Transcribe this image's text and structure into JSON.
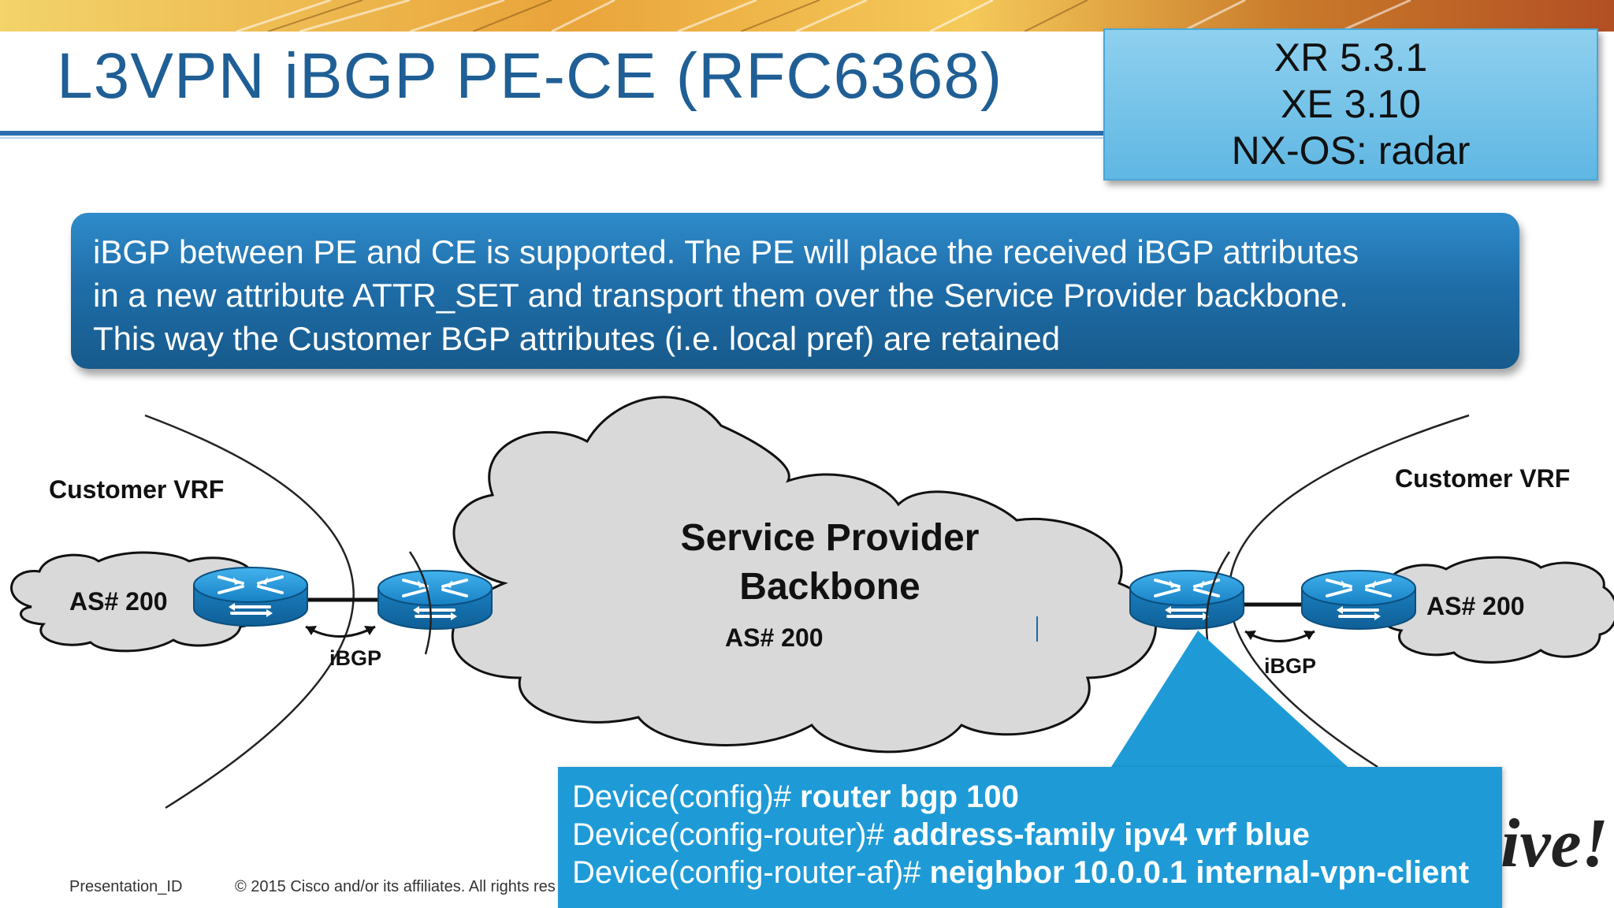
{
  "slide": {
    "title": "L3VPN iBGP PE-CE (RFC6368)",
    "versions": [
      "XR 5.3.1",
      "XE 3.10",
      "NX-OS: radar"
    ],
    "description": [
      "iBGP between PE and CE is supported. The PE will place the received iBGP attributes",
      "in a new attribute ATTR_SET and transport them over the Service Provider backbone.",
      "This way the Customer BGP attributes (i.e. local pref) are retained"
    ]
  },
  "diagram": {
    "left_vrf_label": "Customer VRF",
    "right_vrf_label": "Customer VRF",
    "left_as_label": "AS# 200",
    "right_as_label": "AS# 200",
    "core_title_line1": "Service Provider",
    "core_title_line2": "Backbone",
    "core_as_label": "AS# 200",
    "left_session_label": "iBGP",
    "right_session_label": "iBGP"
  },
  "config": {
    "lines": [
      {
        "prompt": "Device(config)# ",
        "command": "router bgp 100"
      },
      {
        "prompt": "Device(config-router)# ",
        "command": "address-family ipv4 vrf blue"
      },
      {
        "prompt": "Device(config-router-af)# ",
        "command": "neighbor 10.0.0.1 internal-vpn-client"
      }
    ]
  },
  "footer": {
    "presentation_id": "Presentation_ID",
    "copyright": "© 2015 Cisco and/or its affiliates. All rights res",
    "tagline_fragment": "ive!"
  },
  "colors": {
    "title": "#1f5f95",
    "version_box": "#6cc0e8",
    "description_box": "#1f6ea9",
    "config_box": "#1e9bd7",
    "cloud_fill": "#d9d9d9",
    "router_blue": "#1a8fd0"
  }
}
